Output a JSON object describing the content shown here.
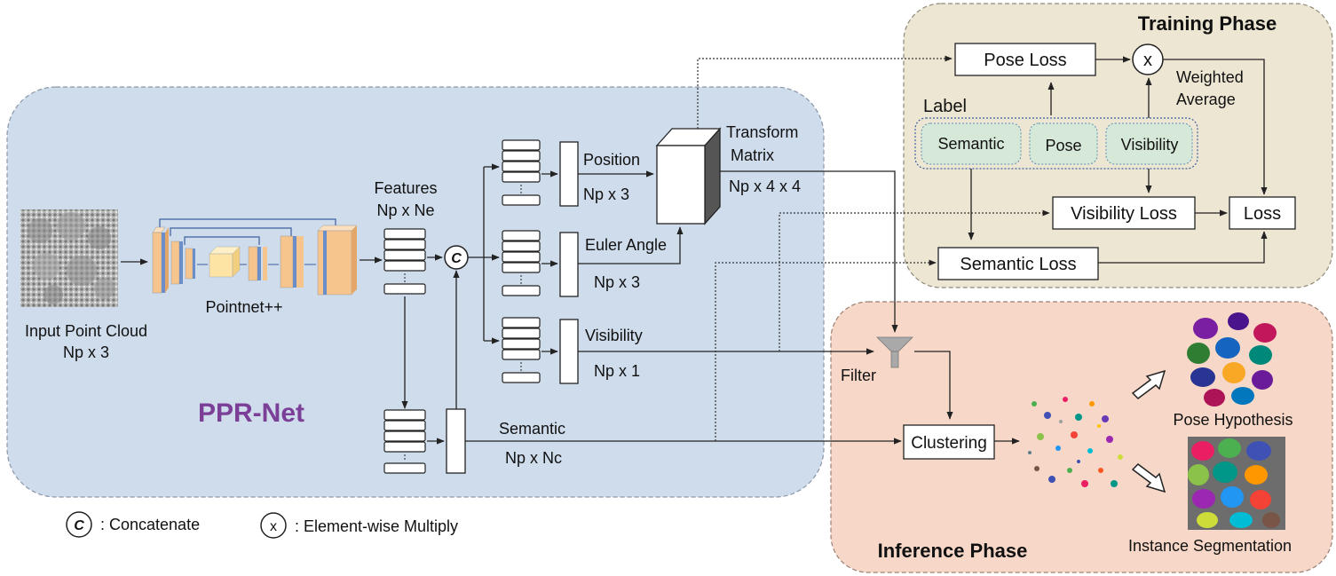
{
  "colors": {
    "ppr_panel": "#cfdcec",
    "ppr_title": "#7b3f98",
    "training_panel": "#ede6d3",
    "inference_panel": "#f7d8c8",
    "label_box": "#d6e9d8",
    "layer_orange": "#f6c58d",
    "layer_yellow": "#fde4a5",
    "layer_blue": "#6b8ec8",
    "line": "#222222"
  },
  "ppr": {
    "title": "PPR-Net",
    "input_label": "Input Point Cloud",
    "input_dim": "Np x 3",
    "backbone": "Pointnet++",
    "features_label": "Features",
    "features_dim": "Np x Ne",
    "concat_symbol": "C",
    "heads": {
      "position": {
        "label": "Position",
        "dim": "Np x 3"
      },
      "euler": {
        "label": "Euler Angle",
        "dim": "Np x 3"
      },
      "visibility": {
        "label": "Visibility",
        "dim": "Np x 1"
      },
      "semantic": {
        "label": "Semantic",
        "dim": "Np x Nc"
      }
    },
    "transform_label_1": "Transform",
    "transform_label_2": "Matrix",
    "transform_dim": "Np x 4 x 4"
  },
  "training": {
    "title": "Training Phase",
    "pose_loss": "Pose Loss",
    "multiply_symbol": "x",
    "weighted_1": "Weighted",
    "weighted_2": "Average",
    "label_title": "Label",
    "labels": [
      "Semantic",
      "Pose",
      "Visibility"
    ],
    "visibility_loss": "Visibility Loss",
    "semantic_loss": "Semantic Loss",
    "loss": "Loss"
  },
  "inference": {
    "title": "Inference Phase",
    "filter": "Filter",
    "clustering": "Clustering",
    "pose_hypothesis": "Pose Hypothesis",
    "instance_segmentation": "Instance Segmentation"
  },
  "legend": {
    "concat_symbol": "C",
    "concat_text": ": Concatenate",
    "multiply_symbol": "x",
    "multiply_text": ": Element-wise Multiply"
  }
}
